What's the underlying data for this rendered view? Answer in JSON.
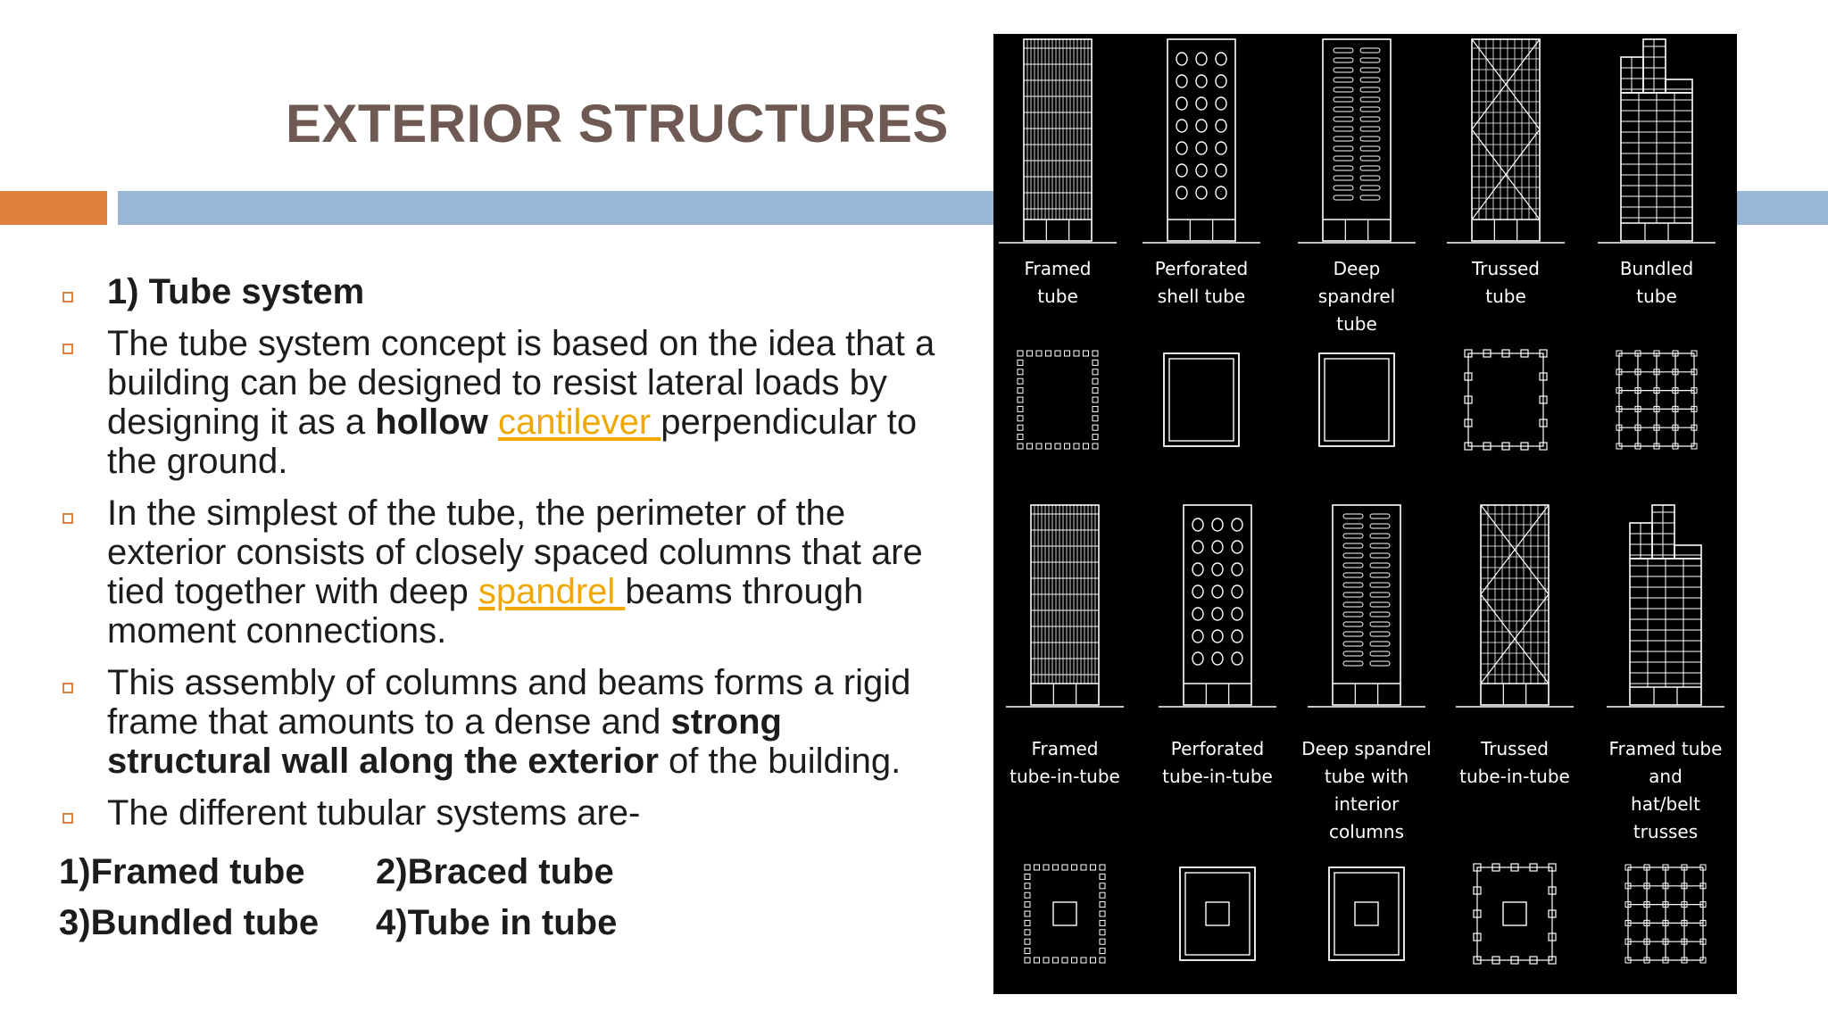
{
  "slide": {
    "title": "EXTERIOR STRUCTURES",
    "colors": {
      "title": "#6e5a52",
      "accent_orange": "#e0823f",
      "accent_blue": "#98b6d6",
      "link": "#f0a800"
    },
    "bullets": [
      {
        "parts": [
          {
            "text": "1) Tube system",
            "style": "bold"
          }
        ]
      },
      {
        "parts": [
          {
            "text": "The tube system concept is based on the idea that a building can be designed to resist lateral loads by designing it as a ",
            "style": "normal"
          },
          {
            "text": "hollow",
            "style": "bold"
          },
          {
            "text": " ",
            "style": "normal"
          },
          {
            "text": "cantilever ",
            "style": "link"
          },
          {
            "text": "perpendicular to the ground.",
            "style": "normal"
          }
        ]
      },
      {
        "parts": [
          {
            "text": "In the simplest of the tube, the perimeter of the exterior consists of closely spaced columns that are tied together with deep ",
            "style": "normal"
          },
          {
            "text": "spandrel ",
            "style": "link"
          },
          {
            "text": "beams through moment connections.",
            "style": "normal"
          }
        ]
      },
      {
        "parts": [
          {
            "text": "This assembly of columns and beams forms a rigid frame that amounts to a dense and ",
            "style": "normal"
          },
          {
            "text": "strong structural wall along the exterior",
            "style": "bold"
          },
          {
            "text": " of the building.",
            "style": "normal"
          }
        ]
      },
      {
        "parts": [
          {
            "text": "The different tubular systems are-",
            "style": "normal"
          }
        ]
      }
    ],
    "systems": [
      [
        "1)Framed tube",
        "2)Braced tube"
      ],
      [
        "3)Bundled tube",
        "4)Tube in tube"
      ]
    ]
  },
  "diagram": {
    "background": "#000000",
    "line_color": "#ffffff",
    "row1": [
      {
        "id": "framed-tube",
        "type": "framed",
        "caption": [
          "Framed",
          "tube"
        ]
      },
      {
        "id": "perforated-shell-tube",
        "type": "perforated",
        "caption": [
          "Perforated",
          "shell tube"
        ]
      },
      {
        "id": "deep-spandrel-tube",
        "type": "deep-spandrel",
        "caption": [
          "Deep",
          "spandrel",
          "tube"
        ]
      },
      {
        "id": "trussed-tube",
        "type": "trussed",
        "caption": [
          "Trussed",
          "tube"
        ]
      },
      {
        "id": "bundled-tube",
        "type": "bundled",
        "caption": [
          "Bundled",
          "tube"
        ]
      }
    ],
    "row2": [
      {
        "id": "framed-tube-in-tube",
        "type": "framed",
        "caption": [
          "Framed",
          "tube-in-tube"
        ]
      },
      {
        "id": "perforated-tube-in-tube",
        "type": "perforated",
        "caption": [
          "Perforated",
          "tube-in-tube"
        ]
      },
      {
        "id": "deep-spandrel-tube-with-interior-columns",
        "type": "deep-spandrel",
        "caption": [
          "Deep spandrel",
          "tube with",
          "interior",
          "columns"
        ]
      },
      {
        "id": "trussed-tube-in-tube",
        "type": "trussed",
        "caption": [
          "Trussed",
          "tube-in-tube"
        ]
      },
      {
        "id": "framed-tube-hat-belt-trusses",
        "type": "bundled",
        "caption": [
          "Framed tube",
          "and",
          "hat/belt",
          "trusses"
        ]
      }
    ]
  }
}
